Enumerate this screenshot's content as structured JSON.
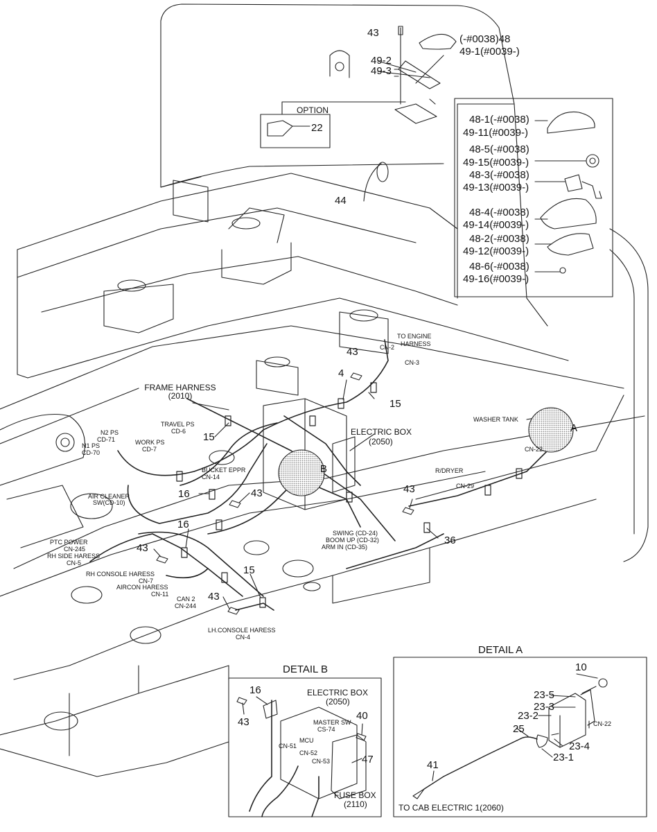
{
  "colors": {
    "line": "#222222",
    "background": "#ffffff",
    "screen": "#9a9a9a"
  },
  "icons": {
    "bolt": "hex-bolt-icon",
    "clamp": "clamp-icon",
    "connector": "connector-icon"
  },
  "main": {
    "option_label": "OPTION",
    "frame_harness": "FRAME HARNESS",
    "frame_harness_no": "(2010)",
    "electric_box": "ELECTRIC BOX",
    "electric_box_no": "(2050)",
    "washer_tank": "WASHER TANK",
    "to_engine": "TO ENGINE",
    "harness": "HARNESS",
    "detail_a_marker": "A",
    "detail_b_marker": "B",
    "connectors": {
      "n2ps": "N2 PS",
      "cd71": "CD-71",
      "n1ps": "N1 PS",
      "cd70": "CD-70",
      "travel_ps": "TRAVEL PS",
      "cd6": "CD-6",
      "work_ps": "WORK PS",
      "cd7": "CD-7",
      "bucket_eppr": "BUCKET EPPR",
      "cn14": "CN-14",
      "air_cleaner": "AIR CLEANER",
      "air_cleaner_sw": "SW(CD-10)",
      "ptc_power": "PTC POWER",
      "cn245": "CN-245",
      "rh_side": "RH SIDE HARESS",
      "cn5": "CN-5",
      "rh_console": "RH CONSOLE HARESS",
      "cn7": "CN-7",
      "aircon": "AIRCON HARESS",
      "cn11": "CN-11",
      "can2": "CAN 2",
      "cn244": "CN-244",
      "lh_console": "LH.CONSOLE HARESS",
      "cn4": "CN-4",
      "swing": "SWING (CD-24)",
      "boom_up": "BOOM UP (CD-32)",
      "arm_in": "ARM IN (CD-35)",
      "rdryer": "R/DRYER",
      "cn29": "CN-29",
      "cn22": "CN-22",
      "cn2": "CN-2",
      "cn3": "CN-3"
    },
    "callouts": {
      "c43_top": "43",
      "c22": "22",
      "c44": "44",
      "c4": "4",
      "c43_a": "43",
      "c15_a": "15",
      "c15_b": "15",
      "c16_a": "16",
      "c43_b": "43",
      "c16_b": "16",
      "c16_c": "16",
      "c43_c": "43",
      "c15_c": "15",
      "c43_d": "43",
      "c43_e": "43",
      "c36": "36"
    },
    "top_parts": {
      "p48": "(-#0038)48",
      "p49_1": "49-1(#0039-)",
      "p49_2": "49-2",
      "p49_3": "49-3"
    }
  },
  "parts_box": {
    "rows": [
      {
        "old": "48-1(-#0038)",
        "new": "49-11(#0039-)"
      },
      {
        "old": "48-5(-#0038)",
        "new": "49-15(#0039-)"
      },
      {
        "old": "48-3(-#0038)",
        "new": "49-13(#0039-)"
      },
      {
        "old": "48-4(-#0038)",
        "new": "49-14(#0039-)"
      },
      {
        "old": "48-2(-#0038)",
        "new": "49-12(#0039-)"
      },
      {
        "old": "48-6(-#0038)",
        "new": "49-16(#0039-)"
      }
    ]
  },
  "detail_b": {
    "title": "DETAIL B",
    "c16": "16",
    "c43": "43",
    "c40": "40",
    "c47": "47",
    "electric_box": "ELECTRIC BOX",
    "electric_box_no": "(2050)",
    "master_sw": "MASTER SW",
    "cs74": "CS-74",
    "mcu": "MCU",
    "cn51": "CN-51",
    "cn52": "CN-52",
    "cn53": "CN-53",
    "fuse_box": "FUSE BOX",
    "fuse_box_no": "(2110)"
  },
  "detail_a": {
    "title": "DETAIL A",
    "c10": "10",
    "c23_5": "23-5",
    "c23_3": "23-3",
    "c23_2": "23-2",
    "cn22": "CN-22",
    "c25": "25",
    "c23_4": "23-4",
    "c23_1": "23-1",
    "c41": "41",
    "to_cab": "TO CAB ELECTRIC 1(2060)"
  }
}
